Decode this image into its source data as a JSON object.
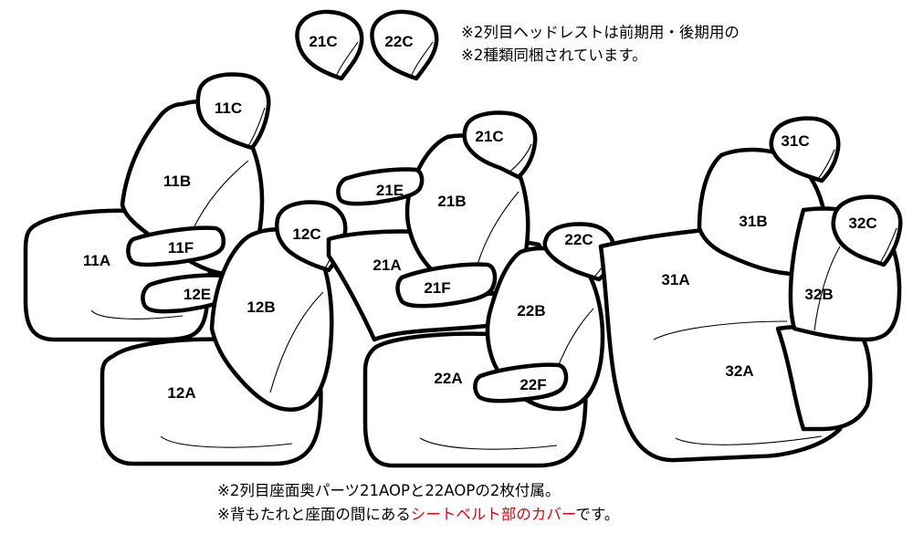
{
  "parts": {
    "h21c_top": "21C",
    "h22c_top": "22C",
    "p11c": "11C",
    "p11b": "11B",
    "p11a": "11A",
    "p11f": "11F",
    "p12e": "12E",
    "p12c": "12C",
    "p12b": "12B",
    "p12a": "12A",
    "p21e": "21E",
    "p21c": "21C",
    "p21b": "21B",
    "p21a": "21A",
    "p21f": "21F",
    "p22c": "22C",
    "p22b": "22B",
    "p22a": "22A",
    "p22f": "22F",
    "p31c": "31C",
    "p31b": "31B",
    "p31a": "31A",
    "p32c": "32C",
    "p32b": "32B",
    "p32a": "32A"
  },
  "notes": {
    "top_line1": "※2列目ヘッドレストは前期用・後期用の",
    "top_line2": "※2種類同梱されています。",
    "bottom_line1": "※2列目座面奥パーツ21AOPと22AOPの2枚付属。",
    "bottom_line2_pre": "※背もたれと座面の間にある",
    "bottom_line2_highlight": "シートベルト部のカバー",
    "bottom_line2_post": "です。"
  },
  "colors": {
    "outline": "#000000",
    "highlight_text": "#e60012"
  }
}
